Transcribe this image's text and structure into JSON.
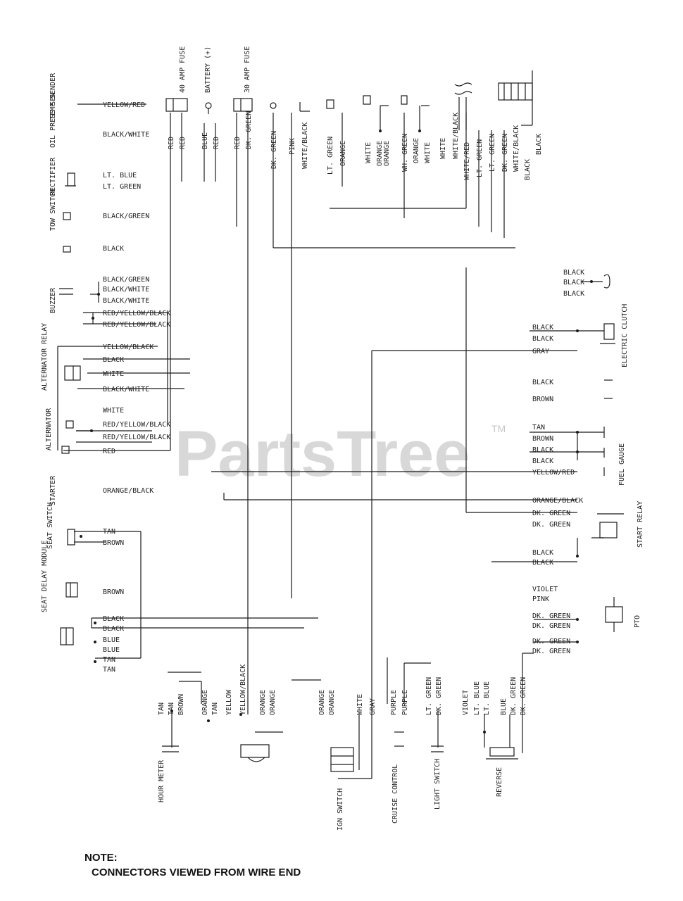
{
  "watermark": {
    "text": "PartsTree",
    "tm": "TM"
  },
  "note": {
    "title": "NOTE:",
    "text": "CONNECTORS VIEWED FROM WIRE END"
  },
  "components": [
    {
      "key": "temp",
      "label": "TEMP SENDER"
    },
    {
      "key": "oil",
      "label": "OIL PRESS SEN"
    },
    {
      "key": "rectifier",
      "label": "RECTIFIER"
    },
    {
      "key": "tow",
      "label": "TOW SWITCH"
    },
    {
      "key": "buzzer",
      "label": "BUZZER"
    },
    {
      "key": "altrelay",
      "label": "ALTERNATOR RELAY"
    },
    {
      "key": "alternator",
      "label": "ALTERNATOR"
    },
    {
      "key": "starter",
      "label": "STARTER"
    },
    {
      "key": "seatswitch",
      "label": "SEAT SWITCH"
    },
    {
      "key": "seatdelay",
      "label": "SEAT DELAY MODULE"
    },
    {
      "key": "fuse40",
      "label": "40 AMP FUSE"
    },
    {
      "key": "battery",
      "label": "BATTERY (+)"
    },
    {
      "key": "fuse30",
      "label": "30 AMP FUSE"
    },
    {
      "key": "fuelgauge",
      "label": "FUEL GAUGE"
    },
    {
      "key": "clutch",
      "label": "ELECTRIC CLUTCH"
    },
    {
      "key": "hourmeter",
      "label": "HOUR METER"
    },
    {
      "key": "ignition",
      "label": "IGN SWITCH"
    },
    {
      "key": "light",
      "label": "LIGHT SWITCH"
    },
    {
      "key": "cruise",
      "label": "CRUISE CONTROL"
    },
    {
      "key": "reverse",
      "label": "REVERSE"
    },
    {
      "key": "startrelay",
      "label": "START RELAY"
    },
    {
      "key": "pto",
      "label": "PTO"
    }
  ],
  "labels": [
    {
      "text": "YELLOW/RED"
    },
    {
      "text": "BLACK/WHITE"
    },
    {
      "text": "LT. BLUE"
    },
    {
      "text": "LT. GREEN"
    },
    {
      "text": "BLACK/GREEN"
    },
    {
      "text": "BLACK"
    },
    {
      "text": "BLACK/GREEN"
    },
    {
      "text": "BLACK/WHITE"
    },
    {
      "text": "BLACK/WHITE"
    },
    {
      "text": "RED/YELLOW/BLACK"
    },
    {
      "text": "RED/YELLOW/BLACK"
    },
    {
      "text": "YELLOW/BLACK"
    },
    {
      "text": "BLACK"
    },
    {
      "text": "WHITE"
    },
    {
      "text": "BLACK/WHITE"
    },
    {
      "text": "WHITE"
    },
    {
      "text": "RED/YELLOW/BLACK"
    },
    {
      "text": "RED/YELLOW/BLACK"
    },
    {
      "text": "RED"
    },
    {
      "text": "ORANGE/BLACK"
    },
    {
      "text": "TAN"
    },
    {
      "text": "BROWN"
    },
    {
      "text": "BROWN"
    },
    {
      "text": "BLACK"
    },
    {
      "text": "BLACK"
    },
    {
      "text": "BLUE"
    },
    {
      "text": "BLUE"
    },
    {
      "text": "TAN"
    },
    {
      "text": "TAN"
    },
    {
      "text": "BLACK"
    },
    {
      "text": "BLACK"
    },
    {
      "text": "BLACK"
    },
    {
      "text": "BLACK"
    },
    {
      "text": "BLACK"
    },
    {
      "text": "GRAY"
    },
    {
      "text": "BLACK"
    },
    {
      "text": "BROWN"
    },
    {
      "text": "TAN"
    },
    {
      "text": "BROWN"
    },
    {
      "text": "BLACK"
    },
    {
      "text": "BLACK"
    },
    {
      "text": "YELLOW/RED"
    },
    {
      "text": "ORANGE/BLACK"
    },
    {
      "text": "DK. GREEN"
    },
    {
      "text": "DK. GREEN"
    },
    {
      "text": "BLACK"
    },
    {
      "text": "BLACK"
    },
    {
      "text": "VIOLET"
    },
    {
      "text": "PINK"
    },
    {
      "text": "DK. GREEN"
    },
    {
      "text": "DK. GREEN"
    },
    {
      "text": "DK. GREEN"
    },
    {
      "text": "DK. GREEN"
    },
    {
      "text": "RED"
    },
    {
      "text": "RED"
    },
    {
      "text": "BLUE"
    },
    {
      "text": "RED"
    },
    {
      "text": "RED"
    },
    {
      "text": "DK. GREEN"
    },
    {
      "text": "PINK"
    },
    {
      "text": "WHITE/BLACK"
    },
    {
      "text": "LT. GREEN"
    },
    {
      "text": "ORANGE"
    },
    {
      "text": "WHITE"
    },
    {
      "text": "ORANGE"
    },
    {
      "text": "ORANGE"
    },
    {
      "text": "WH. GREEN"
    },
    {
      "text": "ORANGE"
    },
    {
      "text": "WHITE"
    },
    {
      "text": "WHITE"
    },
    {
      "text": "WHITE/BLACK"
    },
    {
      "text": "WHITE/RED"
    },
    {
      "text": "LT. GREEN"
    },
    {
      "text": "LT. GREEN"
    },
    {
      "text": "DK. GREEN"
    },
    {
      "text": "WHITE/BLACK"
    },
    {
      "text": "BLACK"
    },
    {
      "text": "BLACK"
    },
    {
      "text": "TAN"
    },
    {
      "text": "TAN"
    },
    {
      "text": "BROWN"
    },
    {
      "text": "ORANGE"
    },
    {
      "text": "TAN"
    },
    {
      "text": "YELLOW"
    },
    {
      "text": "YELLOW/BLACK"
    },
    {
      "text": "ORANGE"
    },
    {
      "text": "ORANGE"
    },
    {
      "text": "ORANGE"
    },
    {
      "text": "ORANGE"
    },
    {
      "text": "WHITE"
    },
    {
      "text": "GRAY"
    },
    {
      "text": "PURPLE"
    },
    {
      "text": "PURPLE"
    },
    {
      "text": "LT. GREEN"
    },
    {
      "text": "DK. GREEN"
    },
    {
      "text": "VIOLET"
    },
    {
      "text": "LT. BLUE"
    },
    {
      "text": "LT. BLUE"
    },
    {
      "text": "BLUE"
    },
    {
      "text": "DK. GREEN"
    },
    {
      "text": "DK. GREEN"
    }
  ]
}
